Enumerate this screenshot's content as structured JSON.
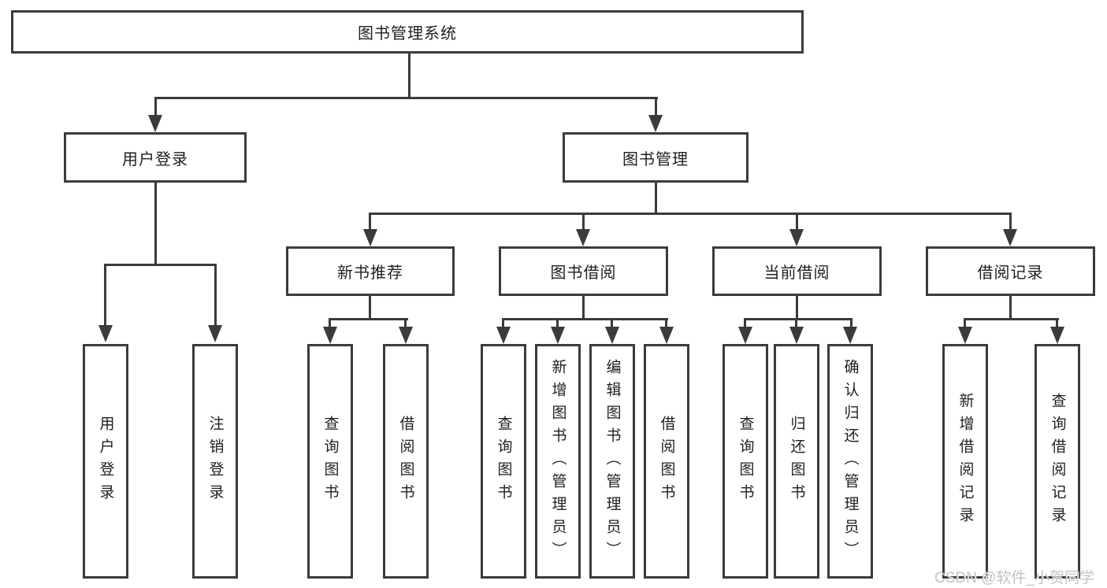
{
  "colors": {
    "line": "#3b3b3b",
    "text": "#1f1f1f",
    "background": "#ffffff",
    "watermark": "#c3c3c3"
  },
  "watermark": "CSDN @软件_小贺同学",
  "tree": {
    "label": "图书管理系统",
    "children": [
      {
        "label": "用户登录",
        "children": [
          {
            "label": "用户登录"
          },
          {
            "label": "注销登录"
          }
        ]
      },
      {
        "label": "图书管理",
        "children": [
          {
            "label": "新书推荐",
            "children": [
              {
                "label": "查询图书"
              },
              {
                "label": "借阅图书"
              }
            ]
          },
          {
            "label": "图书借阅",
            "children": [
              {
                "label": "查询图书"
              },
              {
                "label": "新增图书（管理员）"
              },
              {
                "label": "编辑图书（管理员）"
              },
              {
                "label": "借阅图书"
              }
            ]
          },
          {
            "label": "当前借阅",
            "children": [
              {
                "label": "查询图书"
              },
              {
                "label": "归还图书"
              },
              {
                "label": "确认归还（管理员）"
              }
            ]
          },
          {
            "label": "借阅记录",
            "children": [
              {
                "label": "新增借阅记录"
              },
              {
                "label": "查询借阅记录"
              }
            ]
          }
        ]
      }
    ]
  }
}
